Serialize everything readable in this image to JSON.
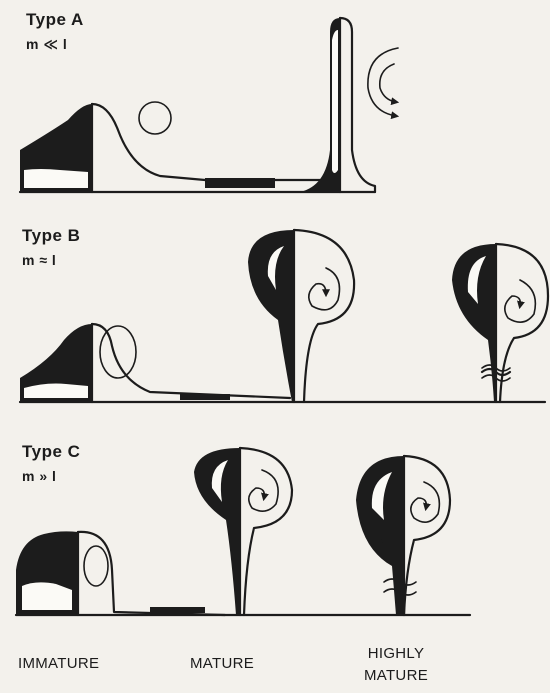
{
  "panels": [
    {
      "title": "Type A",
      "ratio": "m ≪ l"
    },
    {
      "title": "Type B",
      "ratio": "m ≈ l"
    },
    {
      "title": "Type C",
      "ratio": "m » l"
    }
  ],
  "stages": [
    "IMMATURE",
    "MATURE",
    "HIGHLY",
    "MATURE"
  ],
  "question_mark": "?",
  "colors": {
    "ink": "#1c1c1c",
    "paper": "#fbfaf6",
    "background": "#f3f1ec"
  }
}
